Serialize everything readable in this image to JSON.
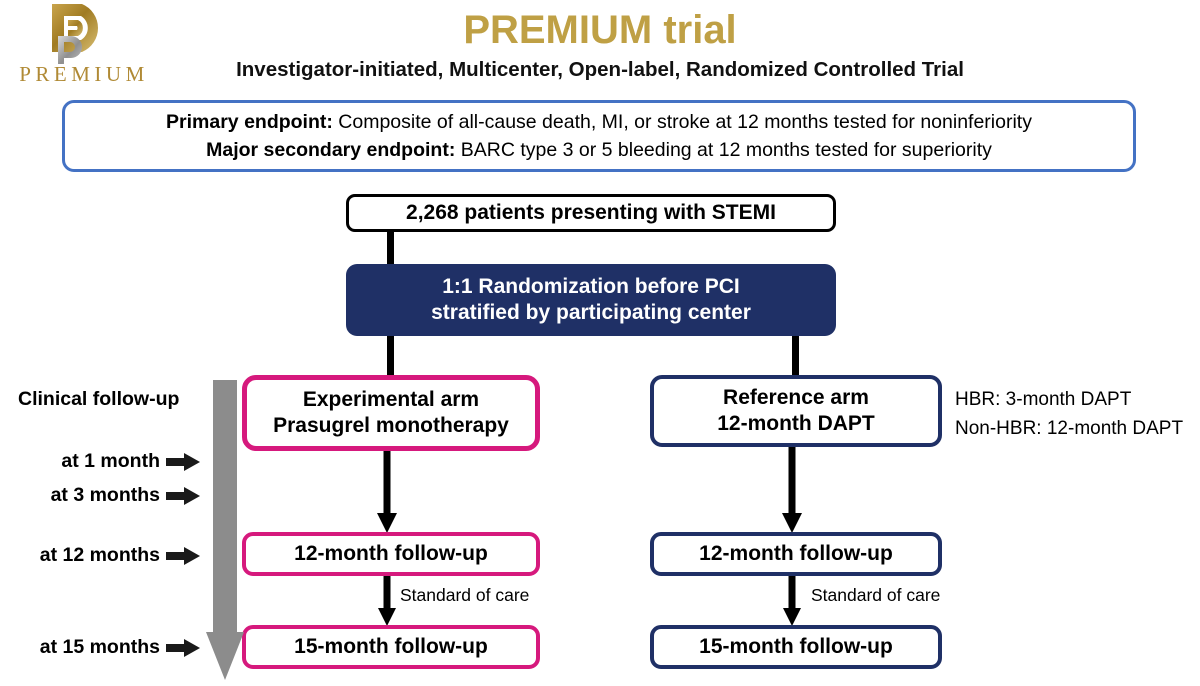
{
  "logo": {
    "monogram": "DP",
    "wordmark": "PREMIUM",
    "gold": "#B08A35"
  },
  "header": {
    "title": "PREMIUM trial",
    "subtitle": "Investigator-initiated, Multicenter, Open-label, Randomized Controlled Trial",
    "title_color": "#BFA045"
  },
  "endpoints": {
    "primary_label": "Primary endpoint:",
    "primary_text": " Composite of all-cause death, MI, or stroke at 12 months tested for noninferiority",
    "secondary_label": "Major secondary endpoint:",
    "secondary_text": " BARC type 3 or 5 bleeding at 12 months tested for superiority",
    "border_color": "#4472C4"
  },
  "flow": {
    "enrollment": "2,268 patients presenting with STEMI",
    "randomization_line1": "1:1 Randomization before PCI",
    "randomization_line2": "stratified by participating center",
    "experimental": {
      "line1": "Experimental arm",
      "line2": "Prasugrel monotherapy",
      "followup_12": "12-month follow-up",
      "followup_15": "15-month follow-up",
      "standard_of_care": "Standard of care",
      "color": "#D6197D"
    },
    "reference": {
      "line1": "Reference arm",
      "line2": "12-month DAPT",
      "followup_12": "12-month follow-up",
      "followup_15": "15-month follow-up",
      "standard_of_care": "Standard of care",
      "color": "#1F3066"
    },
    "hbr_note_line1": "HBR: 3-month DAPT",
    "hbr_note_line2": "Non-HBR: 12-month DAPT"
  },
  "timeline": {
    "title": "Clinical follow-up",
    "points": [
      {
        "label": "at 1 month"
      },
      {
        "label": "at 3 months"
      },
      {
        "label": "at 12 months"
      },
      {
        "label": "at 15 months"
      }
    ],
    "bar_color": "#8C8C8C"
  }
}
